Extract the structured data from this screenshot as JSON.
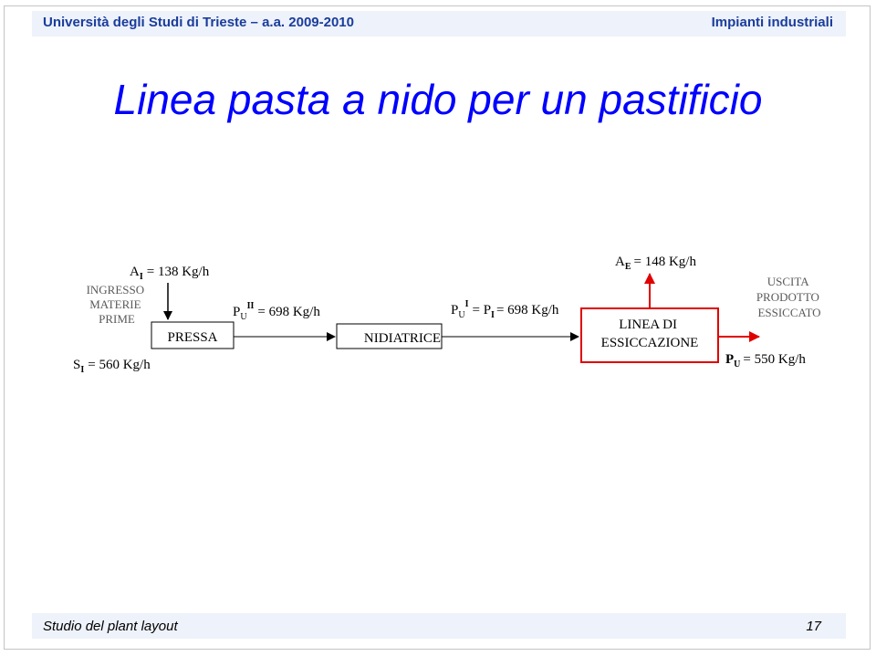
{
  "header": {
    "left": "Università degli Studi di Trieste – a.a. 2009-2010",
    "right": "Impianti industriali"
  },
  "title": "Linea pasta a nido per un pastificio",
  "footer": {
    "left": "Studio del plant layout",
    "page": "17"
  },
  "diagram": {
    "input_label": [
      "INGRESSO",
      "MATERIE",
      "PRIME"
    ],
    "input_flow": {
      "sym": "S",
      "sub": "I",
      "value": "= 560 Kg/h"
    },
    "water_flow": {
      "sym": "A",
      "sub": "I",
      "value": "= 138 Kg/h"
    },
    "box_pressa": "PRESSA",
    "flow_pressa_out": {
      "sym": "P",
      "sub": "U",
      "sup": "II",
      "value": "= 698 Kg/h"
    },
    "box_nidiatrice": "NIDIATRICE",
    "flow_nidiatrice_out": {
      "sym": "P",
      "sub": "U",
      "sup": "I",
      "mid": "= P",
      "mid_sub": "I",
      "value": "= 698 Kg/h"
    },
    "box_essiccazione": [
      "LINEA DI",
      "ESSICCAZIONE"
    ],
    "evap_flow": {
      "sym": "A",
      "sub": "E",
      "value": "= 148  Kg/h"
    },
    "output_label": [
      "USCITA",
      "PRODOTTO",
      "ESSICCATO"
    ],
    "output_flow": {
      "sym": "P",
      "sub": "U",
      "value": "= 550 Kg/h"
    },
    "colors": {
      "box_pressa_border": "#000000",
      "box_essiccazione_border": "#e00000",
      "arrow_red": "#e00000",
      "text_label": "#5a5a5a",
      "title_blue": "#0000ff"
    }
  }
}
